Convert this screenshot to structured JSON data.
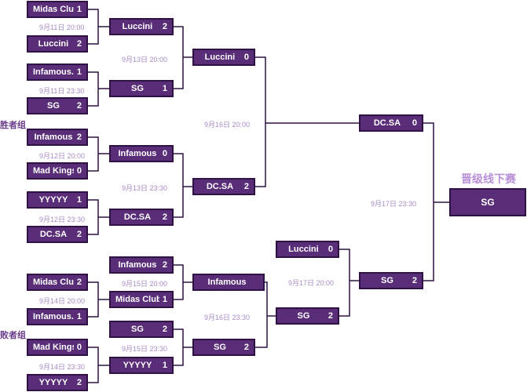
{
  "side_labels": {
    "winners": "胜者组",
    "losers": "败者组"
  },
  "final": {
    "title": "晋级线下赛",
    "team": "SG"
  },
  "matches": {
    "w1a": {
      "team": "Midas Club",
      "score": "1"
    },
    "w1b": {
      "team": "Luccini",
      "score": "2"
    },
    "w1c": {
      "team": "Infamous.Y",
      "score": "1"
    },
    "w1d": {
      "team": "SG",
      "score": "2"
    },
    "w1e": {
      "team": "Infamous",
      "score": "2"
    },
    "w1f": {
      "team": "Mad Kings",
      "score": "0"
    },
    "w1g": {
      "team": "YYYYY",
      "score": "1"
    },
    "w1h": {
      "team": "DC.SA",
      "score": "2"
    },
    "w2a": {
      "team": "Luccini",
      "score": "2"
    },
    "w2b": {
      "team": "SG",
      "score": "1"
    },
    "w2c": {
      "team": "Infamous",
      "score": "0"
    },
    "w2d": {
      "team": "DC.SA",
      "score": "2"
    },
    "w3a": {
      "team": "Luccini",
      "score": "0"
    },
    "w3b": {
      "team": "DC.SA",
      "score": "2"
    },
    "w4": {
      "team": "DC.SA",
      "score": "0"
    },
    "l1a": {
      "team": "Midas Club",
      "score": "2"
    },
    "l1b": {
      "team": "Infamous.Y",
      "score": "1"
    },
    "l1c": {
      "team": "Mad Kings",
      "score": "0"
    },
    "l1d": {
      "team": "YYYYY",
      "score": "2"
    },
    "l2a": {
      "team": "Infamous",
      "score": "2"
    },
    "l2b": {
      "team": "Midas Club",
      "score": "1"
    },
    "l2c": {
      "team": "SG",
      "score": "2"
    },
    "l2d": {
      "team": "YYYYY",
      "score": "1"
    },
    "l3a": {
      "team": "Infamous",
      "score": ""
    },
    "l3b": {
      "team": "SG",
      "score": "2"
    },
    "l4a": {
      "team": "Luccini",
      "score": "0"
    },
    "l4b": {
      "team": "SG",
      "score": "2"
    },
    "l5": {
      "team": "SG",
      "score": "2"
    }
  },
  "dates": {
    "d1": "9月11日  20:00",
    "d2": "9月11日  23:30",
    "d3": "9月12日  20:00",
    "d4": "9月12日  23:30",
    "d5": "9月13日  20:00",
    "d6": "9月13日  23:30",
    "d7": "9月16日  20:00",
    "d8": "9月17日  23:30",
    "d9": "9月14日  20:00",
    "d10": "9月14日  23:30",
    "d11": "9月15日  20:00",
    "d12": "9月15日  23:30",
    "d13": "9月16日  23:30",
    "d14": "9月17日  20:00"
  }
}
